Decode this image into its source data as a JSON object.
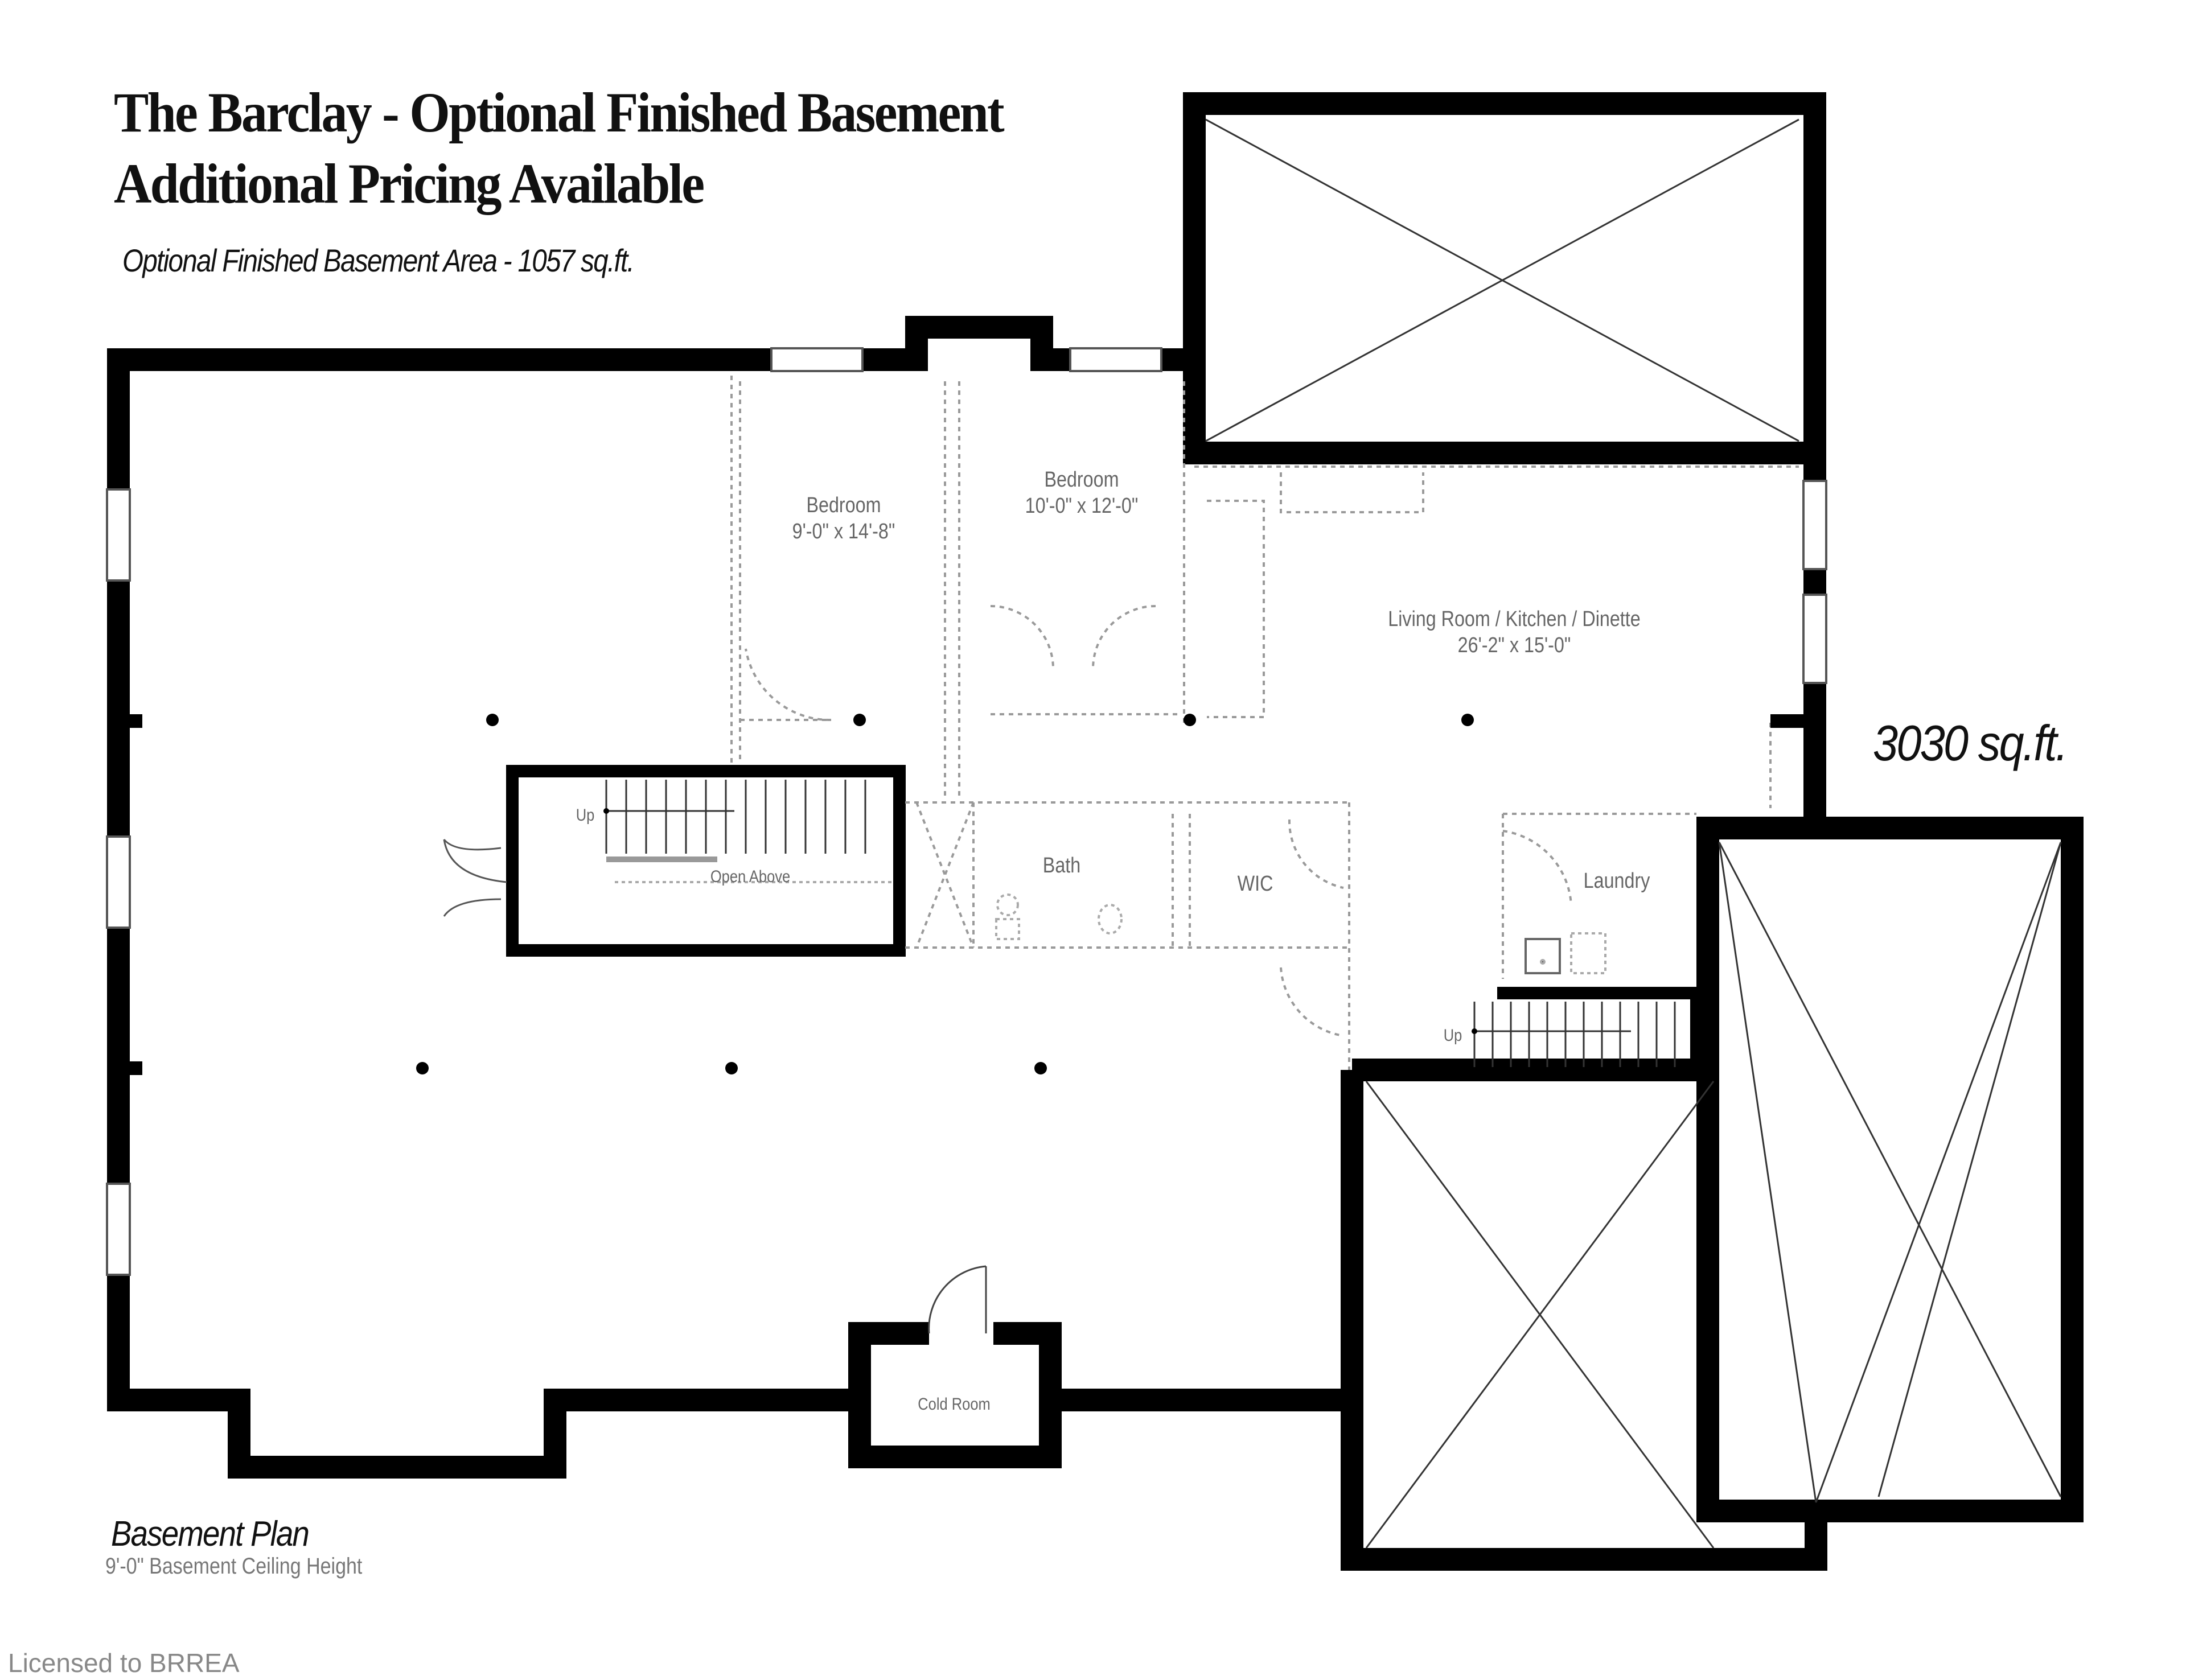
{
  "header": {
    "title_line1": "The Barclay - Optional Finished Basement",
    "title_line2": "Additional Pricing Available",
    "subtitle": "Optional Finished Basement Area - 1057 sq.ft."
  },
  "total_area": "3030 sq.ft.",
  "rooms": [
    {
      "name": "Bedroom",
      "dimensions": "9'-0\" x 14'-8\""
    },
    {
      "name": "Bedroom",
      "dimensions": "10'-0\" x 12'-0\""
    },
    {
      "name": "Living Room / Kitchen / Dinette",
      "dimensions": "26'-2\" x 15'-0\""
    },
    {
      "name": "Bath"
    },
    {
      "name": "WIC"
    },
    {
      "name": "Laundry"
    },
    {
      "name": "Cold Room"
    }
  ],
  "stair_labels": {
    "main_up": "Up",
    "main_open_above": "Open Above",
    "rear_up": "Up"
  },
  "footer": {
    "plan_label": "Basement Plan",
    "ceiling_height": "9'-0\" Basement Ceiling Height",
    "license": "Licensed to BRREA"
  },
  "colors": {
    "wall": "#000000",
    "dashed_partition": "#9a9a9a",
    "room_text": "#666666",
    "background": "#ffffff"
  }
}
